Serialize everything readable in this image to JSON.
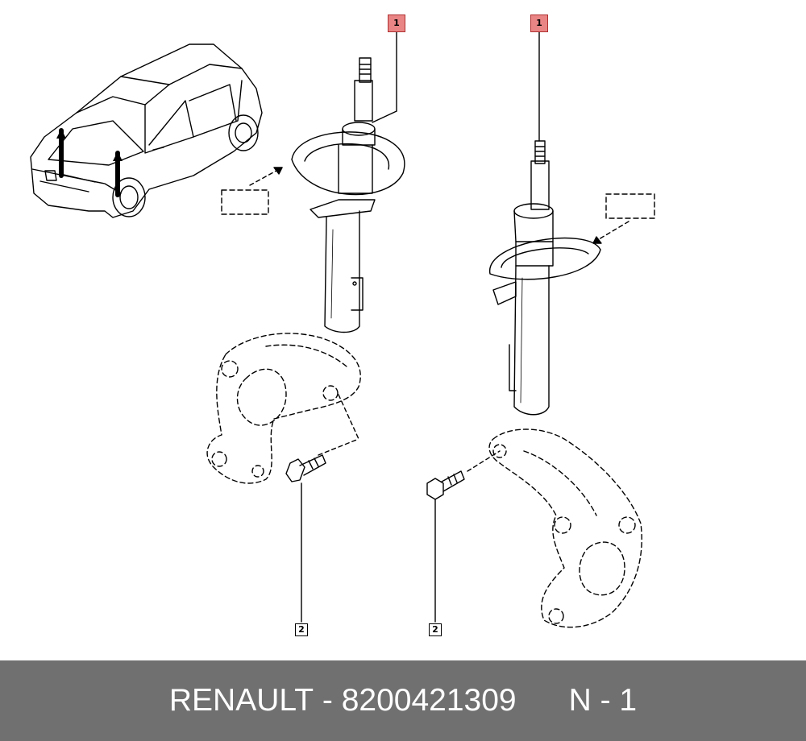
{
  "callouts": {
    "strut_left": "1",
    "strut_right": "1",
    "bolt_left": "2",
    "bolt_right": "2"
  },
  "footer": {
    "brand": "RENAULT",
    "separator": " - ",
    "part_number": "8200421309",
    "position_code": "N - 1"
  },
  "colors": {
    "callout_highlight": "#e98585",
    "footer_background": "#707070",
    "footer_text": "#ffffff"
  }
}
